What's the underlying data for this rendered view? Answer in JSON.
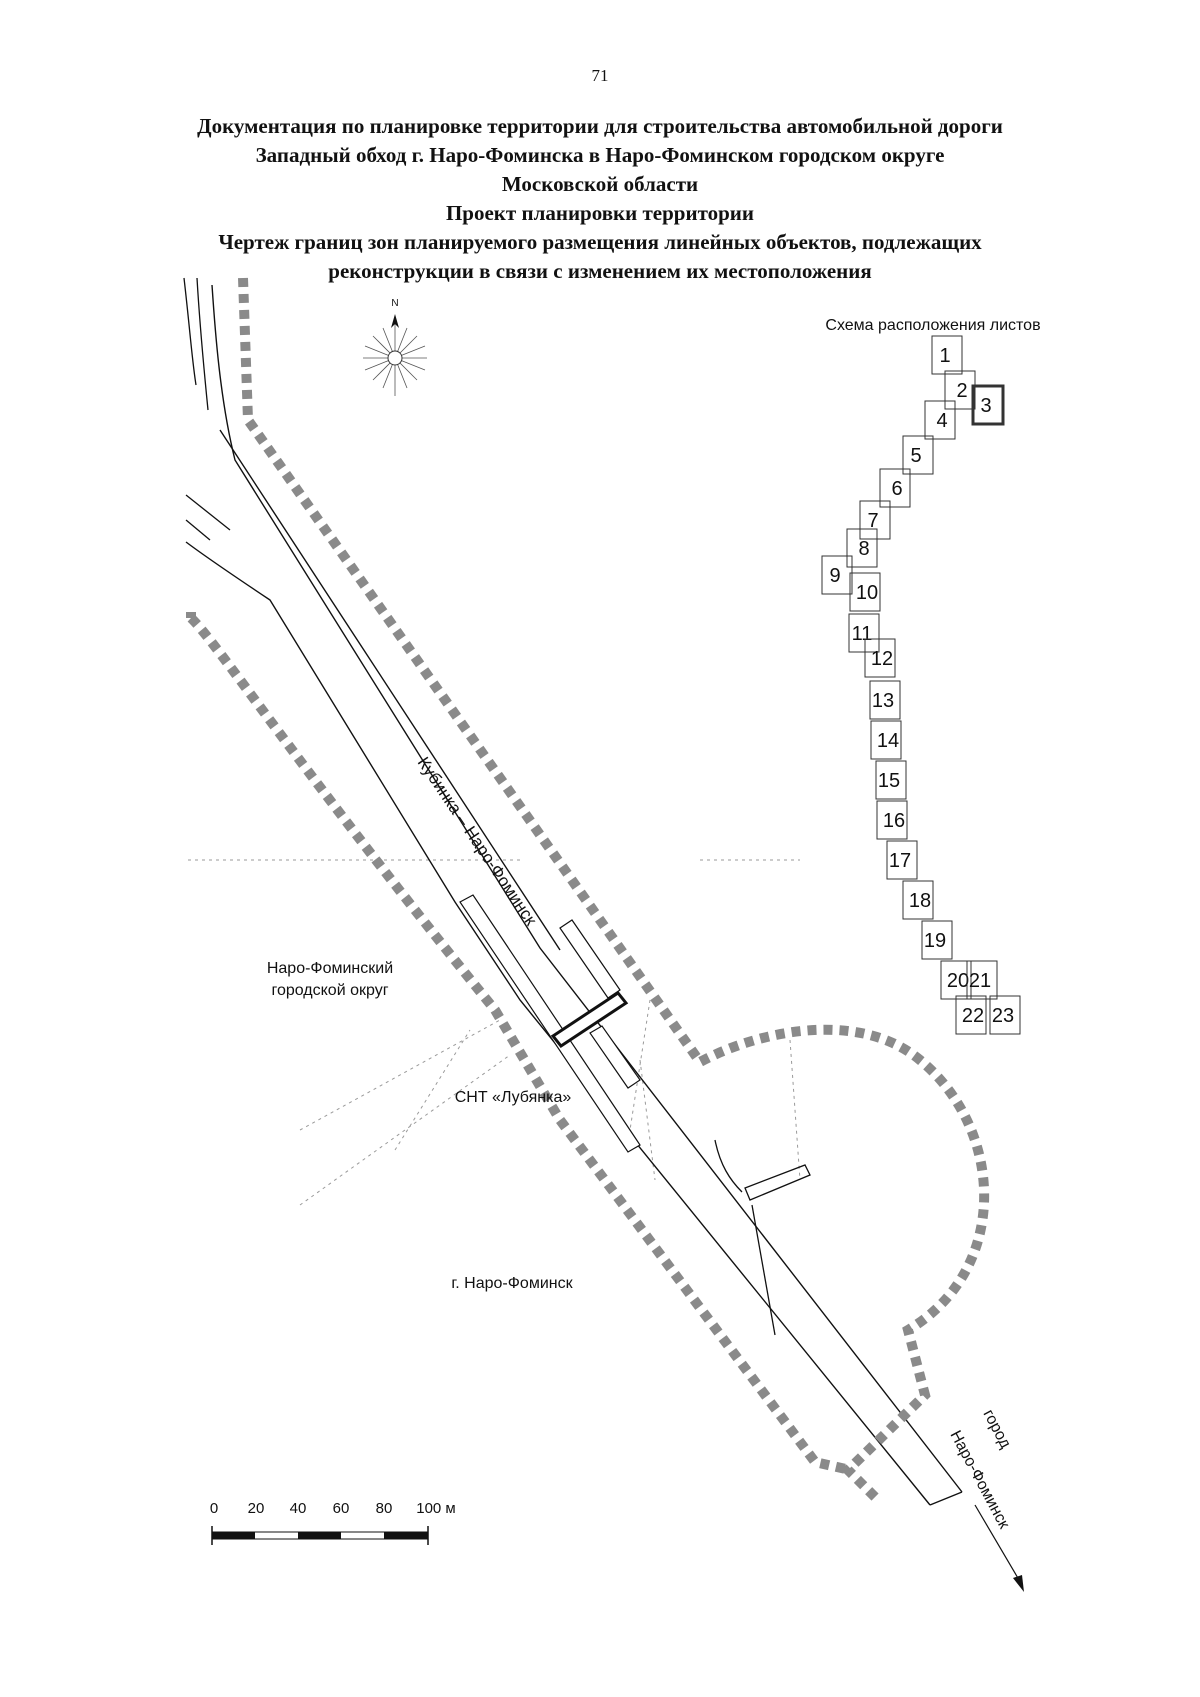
{
  "page_number": "71",
  "title_lines": [
    "Документация по планировке территории для строительства автомобильной дороги",
    "Западный обход г. Наро-Фоминска в Наро-Фоминском городском округе",
    "Московской области",
    "Проект планировки территории",
    "Чертеж границ зон планируемого размещения линейных объектов, подлежащих",
    "реконструкции в связи с изменением их местоположения"
  ],
  "compass": {
    "label": "N"
  },
  "map_labels": {
    "road": "Кубинка – Наро-Фоминск",
    "district_line1": "Наро-Фоминский",
    "district_line2": "городской округ",
    "snt": "СНТ «Лубянка»",
    "city": "г. Наро-Фоминск",
    "direction_line1": "город",
    "direction_line2": "Наро-Фоминск"
  },
  "sheet_scheme": {
    "title": "Схема расположения листов",
    "highlighted_sheet": "3",
    "sheets": [
      "1",
      "2",
      "3",
      "4",
      "5",
      "6",
      "7",
      "8",
      "9",
      "10",
      "11",
      "12",
      "13",
      "14",
      "15",
      "16",
      "17",
      "18",
      "19",
      "20",
      "21",
      "22",
      "23"
    ]
  },
  "scale_bar": {
    "ticks": [
      "0",
      "20",
      "40",
      "60",
      "80",
      "100 м"
    ]
  }
}
